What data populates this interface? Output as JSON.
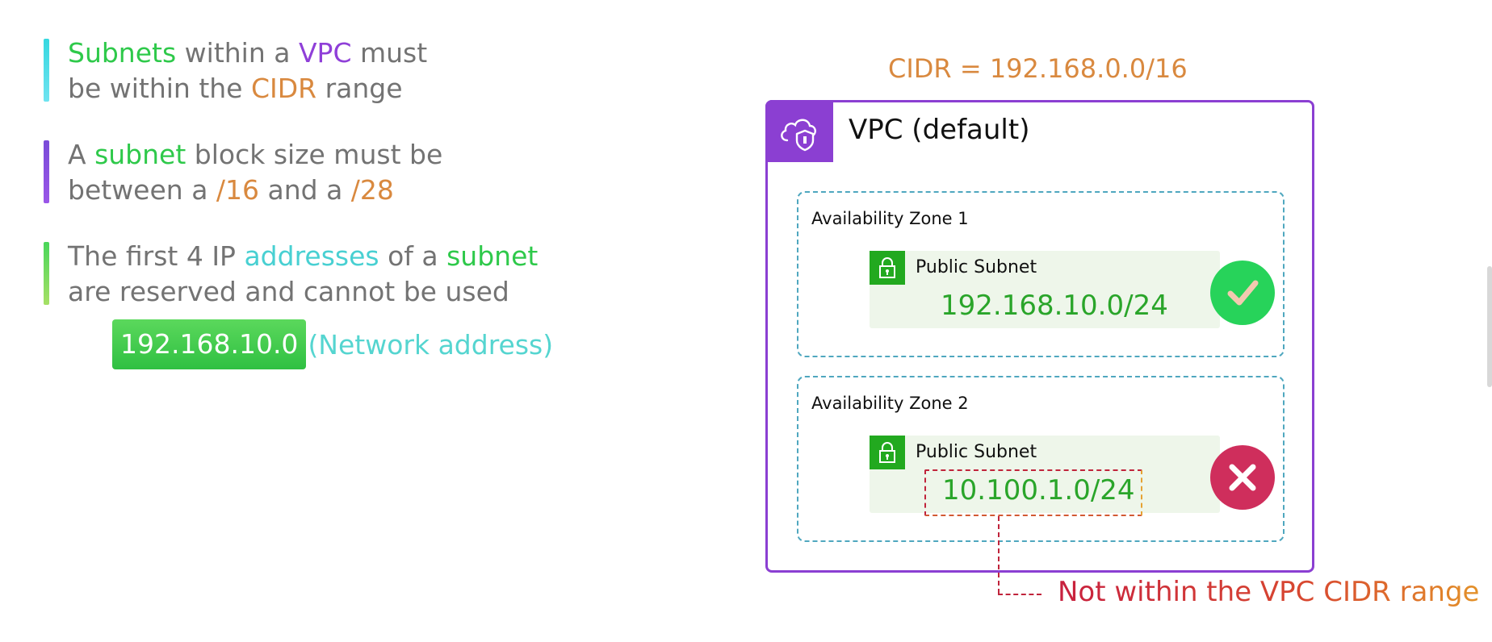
{
  "points": [
    {
      "lines": [
        [
          {
            "t": "Subnets",
            "c": "g"
          },
          {
            "t": " within a "
          },
          {
            "t": "VPC",
            "c": "pu"
          },
          {
            "t": " must"
          }
        ],
        [
          {
            "t": "be within the "
          },
          {
            "t": "CIDR",
            "c": "or"
          },
          {
            "t": " range"
          }
        ]
      ]
    },
    {
      "lines": [
        [
          {
            "t": "A "
          },
          {
            "t": "subnet",
            "c": "g"
          },
          {
            "t": " block size must be"
          }
        ],
        [
          {
            "t": "between a "
          },
          {
            "t": "/16",
            "c": "or"
          },
          {
            "t": " and a "
          },
          {
            "t": "/28",
            "c": "or"
          }
        ]
      ]
    },
    {
      "lines": [
        [
          {
            "t": "The first 4 IP "
          },
          {
            "t": "addresses",
            "c": "cy"
          },
          {
            "t": " of a "
          },
          {
            "t": "subnet",
            "c": "g"
          }
        ],
        [
          {
            "t": "are reserved and cannot be used"
          }
        ]
      ]
    }
  ],
  "network_example": {
    "address": "192.168.10.0",
    "note": "(Network address)"
  },
  "diagram": {
    "cidr_title": "CIDR = 192.168.0.0/16",
    "vpc_title": "VPC (default)",
    "zones": [
      {
        "label": "Availability Zone 1",
        "subnet_label": "Public Subnet",
        "cidr": "192.168.10.0/24",
        "status": "valid"
      },
      {
        "label": "Availability Zone 2",
        "subnet_label": "Public Subnet",
        "cidr": "10.100.1.0/24",
        "status": "invalid"
      }
    ],
    "callout": "Not within the VPC CIDR range"
  },
  "colors": {
    "green": "#2ec94a",
    "purple": "#8f3fd8",
    "orange": "#d9893f",
    "cyan": "#48d0d2",
    "vpc_border": "#8b3fd2",
    "az_border": "#4fa7bf",
    "subnet_green": "#22a91f",
    "valid": "#27d35a",
    "invalid": "#cf2e5c",
    "error_red": "#c0243b"
  },
  "icons": [
    "vpc-cloud-shield-icon",
    "padlock-icon",
    "checkmark-icon",
    "x-mark-icon"
  ]
}
